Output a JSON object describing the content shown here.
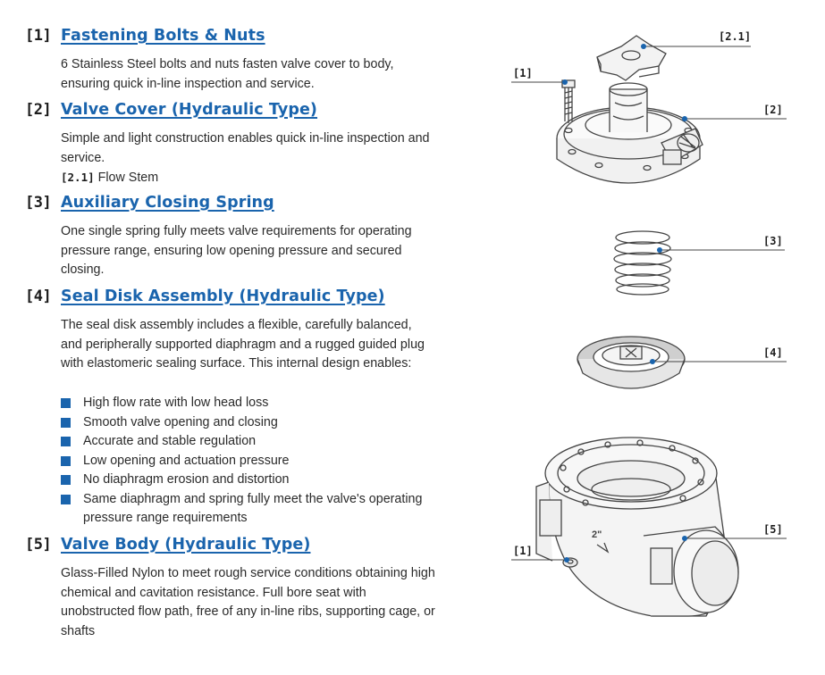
{
  "sections": [
    {
      "num": "[1]",
      "title": "Fastening Bolts & Nuts",
      "body": "6 Stainless Steel bolts and nuts fasten valve cover to body, ensuring quick in-line inspection and service."
    },
    {
      "num": "[2]",
      "title": "Valve Cover (Hydraulic Type)",
      "body": "Simple and light construction enables quick in-line inspection and service.",
      "sub_num": "[2.1]",
      "sub_text": "Flow Stem"
    },
    {
      "num": "[3]",
      "title": "Auxiliary Closing Spring",
      "body": "One single spring fully meets valve requirements for operating pressure range, ensuring low opening pressure and secured closing."
    },
    {
      "num": "[4]",
      "title": "Seal Disk Assembly (Hydraulic Type)",
      "body": "The seal disk assembly includes a flexible, carefully balanced, and peripherally supported diaphragm and a rugged guided plug with elastomeric sealing surface. This internal design enables:",
      "bullets": [
        "High flow rate with low head loss",
        "Smooth valve opening and closing",
        "Accurate and stable regulation",
        "Low opening and actuation pressure",
        "No diaphragm erosion and distortion",
        "Same diaphragm and spring fully meet the valve's operating pressure range requirements"
      ]
    },
    {
      "num": "[5]",
      "title": "Valve Body (Hydraulic Type)",
      "body": "Glass-Filled Nylon to meet rough service conditions obtaining high chemical and cavitation resistance. Full bore seat with unobstructed flow path, free of any in-line ribs, supporting cage, or shafts"
    }
  ],
  "callouts": {
    "c21": "[2.1]",
    "c1_top": "[1]",
    "c2": "[2]",
    "c3": "[3]",
    "c4": "[4]",
    "c5": "[5]",
    "c1_bottom": "[1]",
    "body_marking": "2\""
  },
  "colors": {
    "accent": "#1a64ad",
    "bullet": "#1a64ad",
    "line_art": "#444444"
  }
}
